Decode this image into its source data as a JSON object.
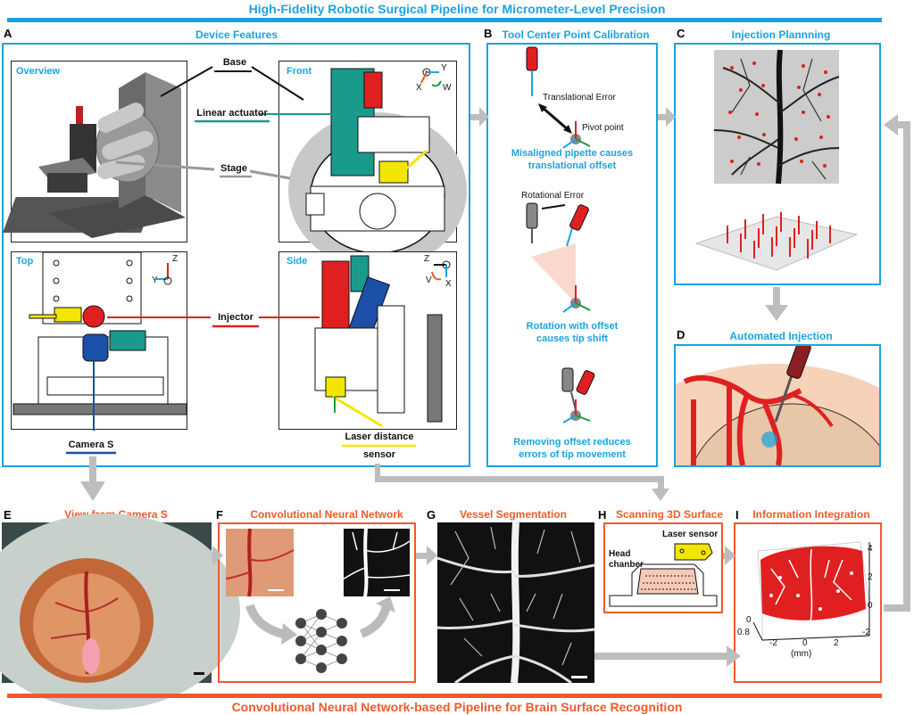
{
  "header": {
    "title": "High-Fidelity Robotic Surgical Pipeline for Micrometer-Level Precision"
  },
  "footer": {
    "title": "Convolutional Neural Network-based Pipeline for Brain Surface Recognition"
  },
  "panels": {
    "A": {
      "letter": "A",
      "title": "Device Features",
      "views": {
        "overview": "Overview",
        "front": "Front",
        "top": "Top",
        "side": "Side"
      },
      "callouts": {
        "base": "Base",
        "linear_actuator": "Linear actuator",
        "stage": "Stage",
        "injector": "Injector",
        "camera": "Camera S",
        "laser_line1": "Laser distance",
        "laser_line2": "sensor"
      },
      "axes_front": {
        "y": "Y",
        "x": "X",
        "w": "W"
      },
      "axes_top": {
        "z": "Z",
        "y": "Y"
      },
      "axes_side": {
        "z": "Z",
        "v": "V",
        "x": "X"
      }
    },
    "B": {
      "letter": "B",
      "title": "Tool Center Point Calibration",
      "translational_error": "Translational Error",
      "pivot_point": "Pivot point",
      "cap1_line1": "Misaligned pipette causes",
      "cap1_line2": "translational offset",
      "rotational_error": "Rotational Error",
      "cap2_line1": "Rotation with offset",
      "cap2_line2": "causes tip shift",
      "cap3_line1": "Removing offset reduces",
      "cap3_line2": "errors of tip movement"
    },
    "C": {
      "letter": "C",
      "title": "Injection Plannning"
    },
    "D": {
      "letter": "D",
      "title": "Automated Injection"
    },
    "E": {
      "letter": "E",
      "title": "View from Camera S"
    },
    "F": {
      "letter": "F",
      "title": "Convolutional Neural Network"
    },
    "G": {
      "letter": "G",
      "title": "Vessel Segmentation"
    },
    "H": {
      "letter": "H",
      "title": "Scanning 3D Surface",
      "laser_sensor": "Laser sensor",
      "head_line1": "Head",
      "head_line2": "chanber"
    },
    "I": {
      "letter": "I",
      "title": "Information Integration",
      "x_ticks": [
        "-2",
        "0",
        "2"
      ],
      "x_unit": "(mm)",
      "z_ticks": [
        "4",
        "2",
        "0",
        "-2"
      ],
      "y_ticks": [
        "0",
        "0.8"
      ]
    }
  },
  "colors": {
    "blue": "#1aa3e0",
    "orange": "#f05a2a",
    "red": "#e02020",
    "teal": "#1a9a8a",
    "yellow": "#f2e600",
    "navy": "#1b4fa8"
  }
}
